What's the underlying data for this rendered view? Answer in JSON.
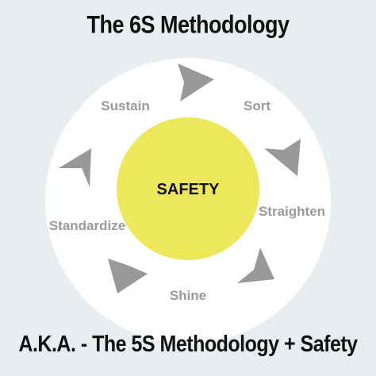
{
  "title": "The 6S Methodology",
  "subtitle": "A.K.A. - The 5S Methodology + Safety",
  "center": "SAFETY",
  "stages": [
    "Sort",
    "Straighten",
    "Shine",
    "Standardize",
    "Sustain"
  ],
  "colors": {
    "background": "#e8eef0",
    "outer_circle": "#ffffff",
    "center_circle": "#ede85a",
    "arrows": "#999999",
    "labels": "#9a9a9a",
    "text": "#111111"
  }
}
